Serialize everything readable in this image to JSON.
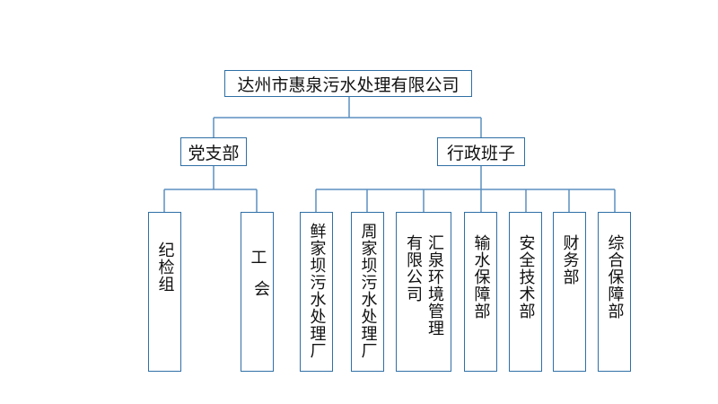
{
  "org_chart": {
    "root": "达州市惠泉污水处理有限公司",
    "level1": [
      {
        "label": "党支部",
        "children": [
          [
            "纪检组"
          ],
          [
            "工",
            "会"
          ]
        ]
      },
      {
        "label": "行政班子",
        "children": [
          [
            "鲜家坝污水处理厂"
          ],
          [
            "周家坝污水处理厂"
          ],
          [
            "汇泉环境管理",
            "有限公司"
          ],
          [
            "输水保障部"
          ],
          [
            "安全技术部"
          ],
          [
            "财务部"
          ],
          [
            "综合保障部"
          ]
        ]
      }
    ]
  }
}
